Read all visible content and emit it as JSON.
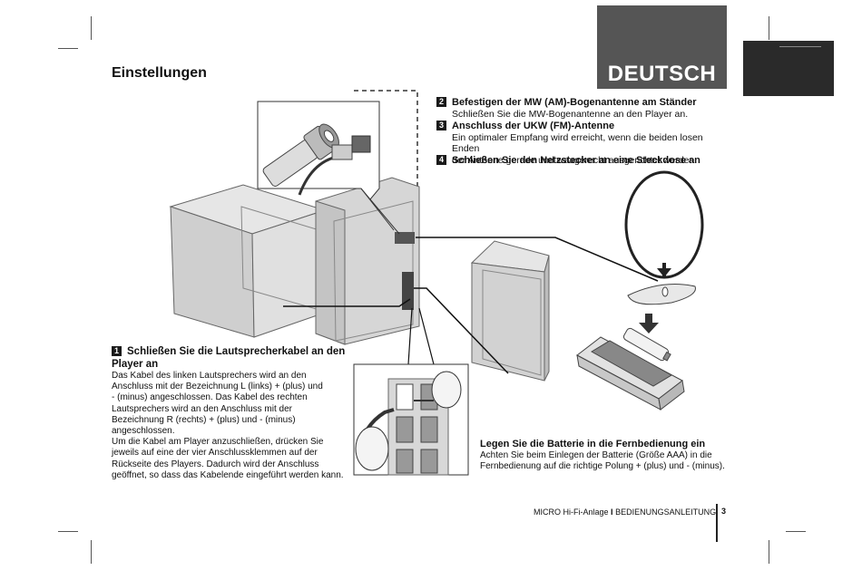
{
  "header": {
    "title": "Einstellungen",
    "language_tab": "DEUTSCH"
  },
  "steps": [
    {
      "number": "1",
      "heading": "Schließen Sie die Lautsprecherkabel an den Player an",
      "body": [
        "Das Kabel des linken Lautsprechers wird an den",
        "Anschluss mit der Bezeichnung L (links) + (plus) und",
        "- (minus) angeschlossen. Das Kabel des rechten",
        "Lautsprechers wird an den Anschluss mit der",
        "Bezeichnung R (rechts) + (plus) und - (minus)",
        "angeschlossen.",
        "Um die Kabel am Player anzuschließen, drücken Sie",
        "jeweils auf eine der vier Anschlussklemmen auf der",
        "Rückseite des Players. Dadurch wird der Anschluss",
        "geöffnet, so dass das Kabelende eingeführt werden kann."
      ]
    },
    {
      "number": "2",
      "heading": "Befestigen der MW (AM)-Bogenantenne am Ständer",
      "body": [
        "Schließen Sie die MW-Bogenantenne an den Player an."
      ]
    },
    {
      "number": "3",
      "heading": "Anschluss der UKW (FM)-Antenne",
      "body": [
        "Ein optimaler Empfang wird erreicht, wenn die beiden losen Enden",
        "der Antenne gerade und waagerecht ausgerichtet werden."
      ]
    },
    {
      "number": "4",
      "heading": "Schließen Sie den Netzstecker an eine Steckdose an",
      "body": []
    }
  ],
  "battery": {
    "heading": "Legen Sie die Batterie in die Fernbedienung ein",
    "body": [
      "Achten Sie beim Einlegen der Batterie (Größe AAA) in die",
      "Fernbedienung auf die richtige Polung + (plus) und - (minus)."
    ]
  },
  "footer": {
    "product": "MICRO Hi-Fi-Anlage",
    "separator": "I",
    "manual": "BEDIENUNGSANLEITUNG",
    "page_number": "3"
  },
  "colors": {
    "tab": "#555555",
    "edge_block": "#2a2a2a",
    "device_fill": "#d6d6d6"
  }
}
